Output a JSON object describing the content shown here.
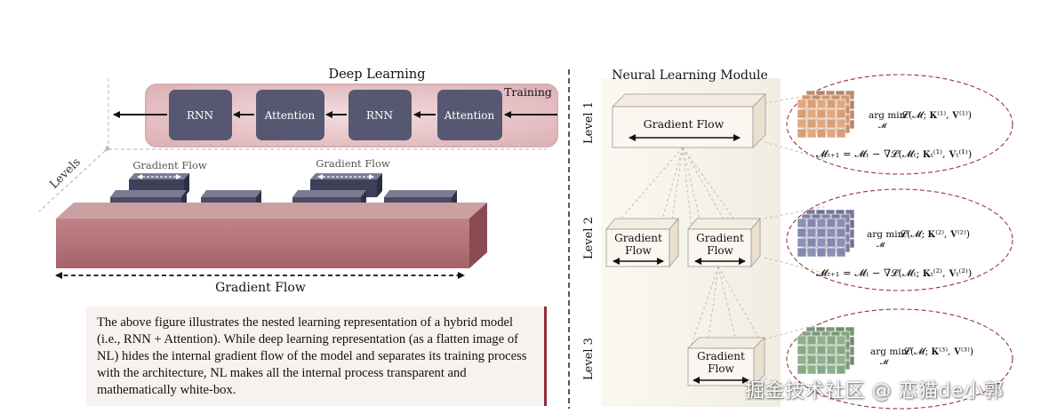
{
  "left": {
    "title": "Deep Learning",
    "training_label": "Training",
    "levels_label": "Levels",
    "blocks": [
      "RNN",
      "Attention",
      "RNN",
      "Attention"
    ],
    "gradient_flow_small": [
      "Gradient Flow",
      "Gradient Flow"
    ],
    "gradient_flow_bottom": "Gradient Flow",
    "caption": "The above figure illustrates the nested learning representation of a hybrid model (i.e., RNN + Attention). While deep learning representation (as a flatten image of NL) hides the internal gradient flow of the model and separates its training process with the architecture, NL makes all the internal process transparent and mathematically white-box."
  },
  "right": {
    "title": "Neural Learning Module",
    "levels": [
      "Level 1",
      "Level 2",
      "Level 3"
    ],
    "level1_box": "Gradient Flow",
    "level2_boxes": [
      [
        "Gradient",
        "Flow"
      ],
      [
        "Gradient",
        "Flow"
      ]
    ],
    "level3_box": [
      "Gradient",
      "Flow"
    ],
    "eq_argmin": [
      "arg min",
      "arg min",
      "arg min"
    ],
    "eq_sub": [
      "𝓜",
      "𝓜",
      "𝓜"
    ],
    "eq_loss": [
      "𝓛(𝓜; 𝐊⁽¹⁾, 𝐕⁽¹⁾)",
      "𝓛(𝓜; 𝐊⁽²⁾, 𝐕⁽²⁾)",
      "𝓛(𝓜; 𝐊⁽³⁾, 𝐕⁽³⁾)"
    ],
    "eq_update": [
      "𝓜ₜ₊₁ = 𝓜ₜ − ∇𝓛(𝓜ₜ; 𝐊ₜ⁽¹⁾, 𝐕ₜ⁽¹⁾)",
      "𝓜ₜ₊₁ = 𝓜ₜ − ∇𝓛(𝓜ₜ; 𝐊ₜ⁽²⁾, 𝐕ₜ⁽²⁾)"
    ]
  },
  "watermark": "掘金技术社区 @ 恋猫de小郭",
  "colors": {
    "slab": "#b06c72",
    "block": "#565872",
    "panel": "#e9c8cb",
    "caption_bar": "#8b2e3a",
    "ellipse": "#9a3345",
    "cube_orange": "#e2a77e",
    "cube_purple": "#8c8fb6",
    "cube_green": "#8fb18c"
  }
}
